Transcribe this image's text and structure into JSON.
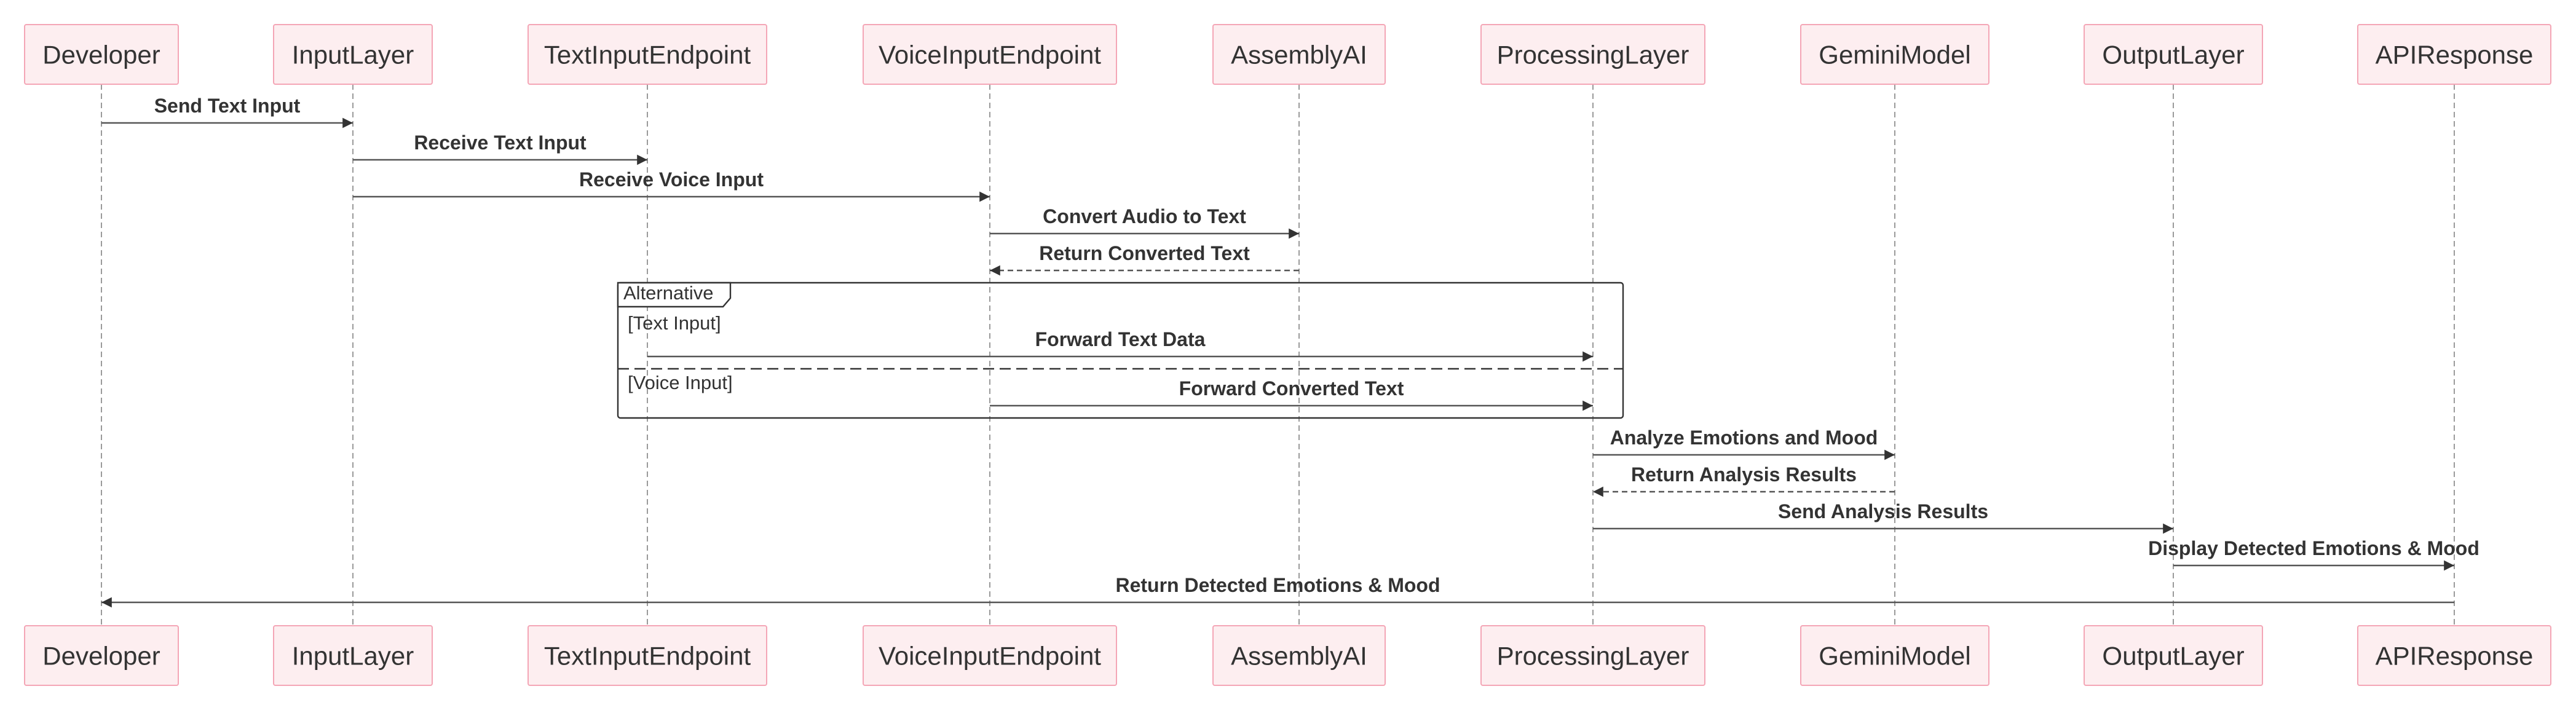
{
  "participants": [
    {
      "id": "developer",
      "label": "Developer"
    },
    {
      "id": "inputlayer",
      "label": "InputLayer"
    },
    {
      "id": "textinputendpoint",
      "label": "TextInputEndpoint"
    },
    {
      "id": "voiceinputendpoint",
      "label": "VoiceInputEndpoint"
    },
    {
      "id": "assemblyai",
      "label": "AssemblyAI"
    },
    {
      "id": "processinglayer",
      "label": "ProcessingLayer"
    },
    {
      "id": "geminimodel",
      "label": "GeminiModel"
    },
    {
      "id": "outputlayer",
      "label": "OutputLayer"
    },
    {
      "id": "apiresponse",
      "label": "APIResponse"
    }
  ],
  "messages": [
    {
      "from": "developer",
      "to": "inputlayer",
      "label": "Send Text Input",
      "style": "solid"
    },
    {
      "from": "inputlayer",
      "to": "textinputendpoint",
      "label": "Receive Text Input",
      "style": "solid"
    },
    {
      "from": "inputlayer",
      "to": "voiceinputendpoint",
      "label": "Receive Voice Input",
      "style": "solid"
    },
    {
      "from": "voiceinputendpoint",
      "to": "assemblyai",
      "label": "Convert Audio to Text",
      "style": "solid"
    },
    {
      "from": "assemblyai",
      "to": "voiceinputendpoint",
      "label": "Return Converted Text",
      "style": "dashed"
    },
    {
      "from": "textinputendpoint",
      "to": "processinglayer",
      "label": "Forward Text Data",
      "style": "solid"
    },
    {
      "from": "voiceinputendpoint",
      "to": "processinglayer",
      "label": "Forward Converted Text",
      "style": "solid"
    },
    {
      "from": "processinglayer",
      "to": "geminimodel",
      "label": "Analyze Emotions and Mood",
      "style": "solid"
    },
    {
      "from": "geminimodel",
      "to": "processinglayer",
      "label": "Return Analysis Results",
      "style": "dashed"
    },
    {
      "from": "processinglayer",
      "to": "outputlayer",
      "label": "Send Analysis Results",
      "style": "solid"
    },
    {
      "from": "outputlayer",
      "to": "apiresponse",
      "label": "Display Detected Emotions & Mood",
      "style": "solid"
    },
    {
      "from": "apiresponse",
      "to": "developer",
      "label": "Return Detected Emotions & Mood",
      "style": "solid"
    }
  ],
  "frame": {
    "label": "Alternative",
    "sections": [
      {
        "guard": "[Text Input]"
      },
      {
        "guard": "[Voice Input]"
      }
    ]
  },
  "colors": {
    "actor_fill": "#fdeef0",
    "actor_stroke": "#f4a6b6",
    "line": "#555555",
    "text": "#333333"
  }
}
